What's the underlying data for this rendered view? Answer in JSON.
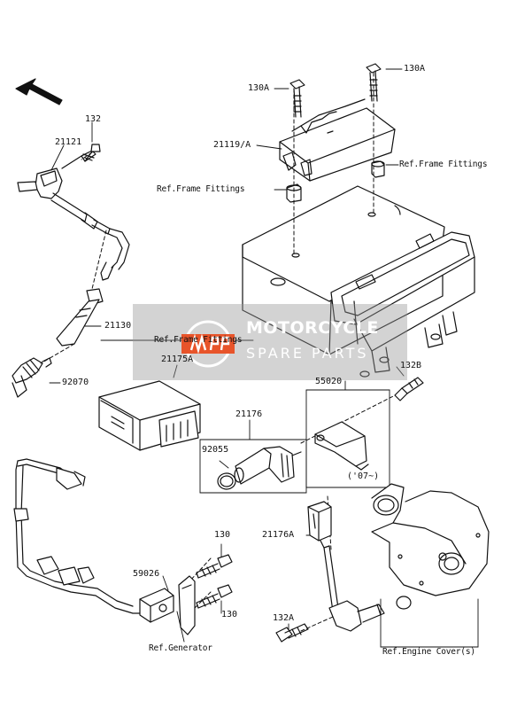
{
  "labels": {
    "p132": "132",
    "p21121": "21121",
    "p21130": "21130",
    "p92070": "92070",
    "p130a_left": "130A",
    "p130a_right": "130A",
    "p21119a": "21119/A",
    "ref_frame_1": "Ref.Frame Fittings",
    "ref_frame_2": "Ref.Frame Fittings",
    "ref_frame_3": "Ref.Frame Fittings",
    "p21175a": "21175A",
    "p21176": "21176",
    "p92055": "92055",
    "p55020": "55020",
    "p07": "('07~)",
    "p132b": "132B",
    "p21176a": "21176A",
    "p130_top": "130",
    "p130_bottom": "130",
    "p59026": "59026",
    "ref_generator": "Ref.Generator",
    "p132a": "132A",
    "ref_engine_cover": "Ref.Engine Cover(s)"
  },
  "watermark": {
    "line1": "MOTORCYCLE",
    "line2": "SPARE PARTS",
    "accent": "#e8542a"
  },
  "icons": {
    "direction": "front-arrow-icon"
  }
}
